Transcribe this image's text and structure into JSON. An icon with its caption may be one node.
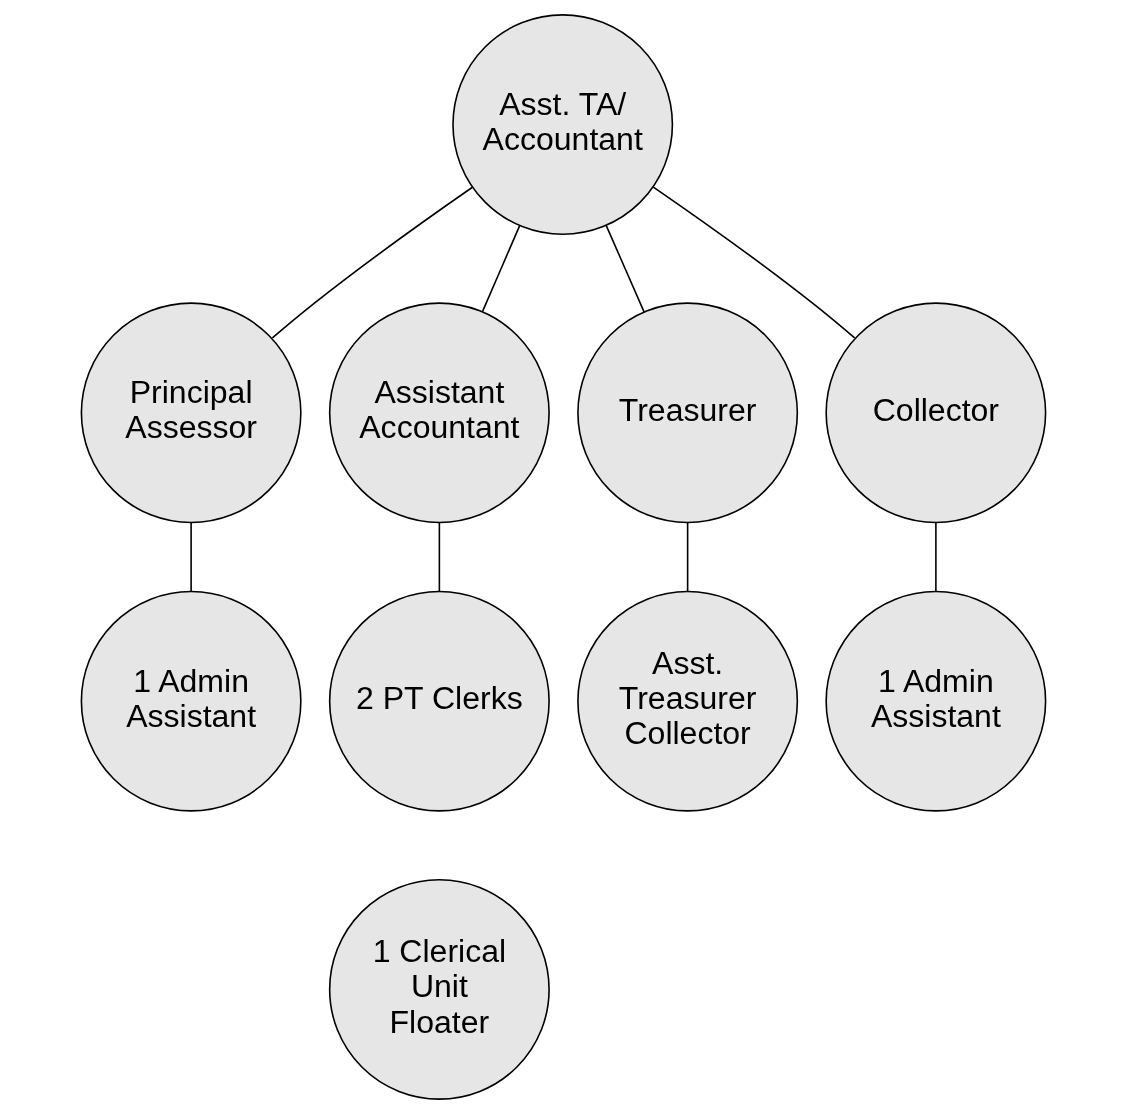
{
  "diagram": {
    "nodes": [
      {
        "text": [
          "Asst. TA/ Accountant"
        ]
      },
      {
        "text": [
          "Principal Assessor"
        ]
      },
      {
        "text": [
          "Assistant Accountant"
        ]
      },
      {
        "text": [
          "Treasurer"
        ]
      },
      {
        "text": [
          "Collector"
        ]
      },
      {
        "text": [
          "1 Admin Assistant"
        ]
      },
      {
        "text": [
          "2 PT Clerks"
        ]
      },
      {
        "text": [
          "Asst. Treasurer Collector"
        ]
      },
      {
        "text": [
          "1 Admin Assistant"
        ]
      },
      {
        "text": [
          "1 Clerical Unit Floater"
        ]
      }
    ],
    "edges": [
      {
        "from": 0,
        "to": 1,
        "arrow": "none"
      },
      {
        "from": 0,
        "to": 2,
        "arrow": "none"
      },
      {
        "from": 0,
        "to": 3,
        "arrow": "none"
      },
      {
        "from": 0,
        "to": 4,
        "arrow": "none"
      },
      {
        "from": 1,
        "to": 5,
        "arrow": "none"
      },
      {
        "from": 2,
        "to": 6,
        "arrow": "none"
      },
      {
        "from": 3,
        "to": 7,
        "arrow": "none"
      },
      {
        "from": 4,
        "to": 8,
        "arrow": "none"
      }
    ]
  }
}
